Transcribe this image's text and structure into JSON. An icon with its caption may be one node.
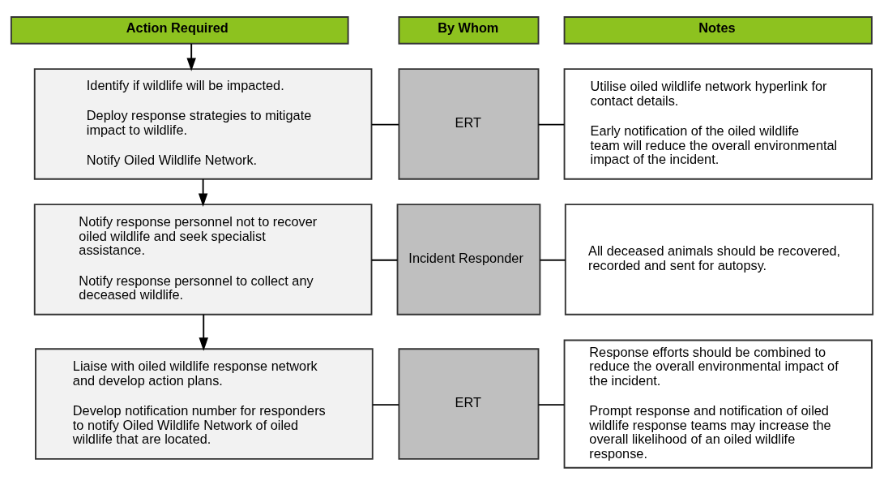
{
  "diagram": {
    "nodes": [
      {
        "text": [
          "Action Required"
        ]
      },
      {
        "text": [
          "By Whom"
        ]
      },
      {
        "text": [
          "Notes"
        ]
      },
      {
        "text": [
          "Identify if wildlife will be impacted.",
          "Deploy response strategies to mitigate impact to wildlife.",
          "Notify Oiled Wildlife Network."
        ]
      },
      {
        "text": [
          "ERT"
        ]
      },
      {
        "text": [
          "Utilise oiled wildlife network hyperlink for contact details.",
          "Early notification of the oiled wildlife team will reduce the overall environmental impact of the incident."
        ]
      },
      {
        "text": [
          "Notify response personnel not to recover oiled wildlife and seek specialist assistance.",
          "Notify response personnel to collect any deceased wildlife."
        ]
      },
      {
        "text": [
          "Incident Responder"
        ]
      },
      {
        "text": [
          "All deceased animals should be recovered, recorded and sent for autopsy."
        ]
      },
      {
        "text": [
          "Liaise with oiled wildlife response network and develop action plans.",
          "Develop notification number for responders to notify Oiled Wildlife Network of oiled wildlife that are located."
        ]
      },
      {
        "text": [
          "ERT"
        ]
      },
      {
        "text": [
          "Response efforts should be combined to reduce the overall environmental impact of the incident.",
          "Prompt response and notification of oiled wildlife response teams may increase the overall likelihood of an oiled wildlife response."
        ]
      }
    ],
    "edges": [
      {
        "from": 0,
        "to": 3,
        "arrow": "to"
      },
      {
        "from": 3,
        "to": 4,
        "arrow": "none"
      },
      {
        "from": 4,
        "to": 5,
        "arrow": "none"
      },
      {
        "from": 3,
        "to": 6,
        "arrow": "to"
      },
      {
        "from": 6,
        "to": 7,
        "arrow": "none"
      },
      {
        "from": 7,
        "to": 8,
        "arrow": "none"
      },
      {
        "from": 6,
        "to": 9,
        "arrow": "to"
      },
      {
        "from": 9,
        "to": 10,
        "arrow": "none"
      },
      {
        "from": 10,
        "to": 11,
        "arrow": "none"
      }
    ]
  }
}
